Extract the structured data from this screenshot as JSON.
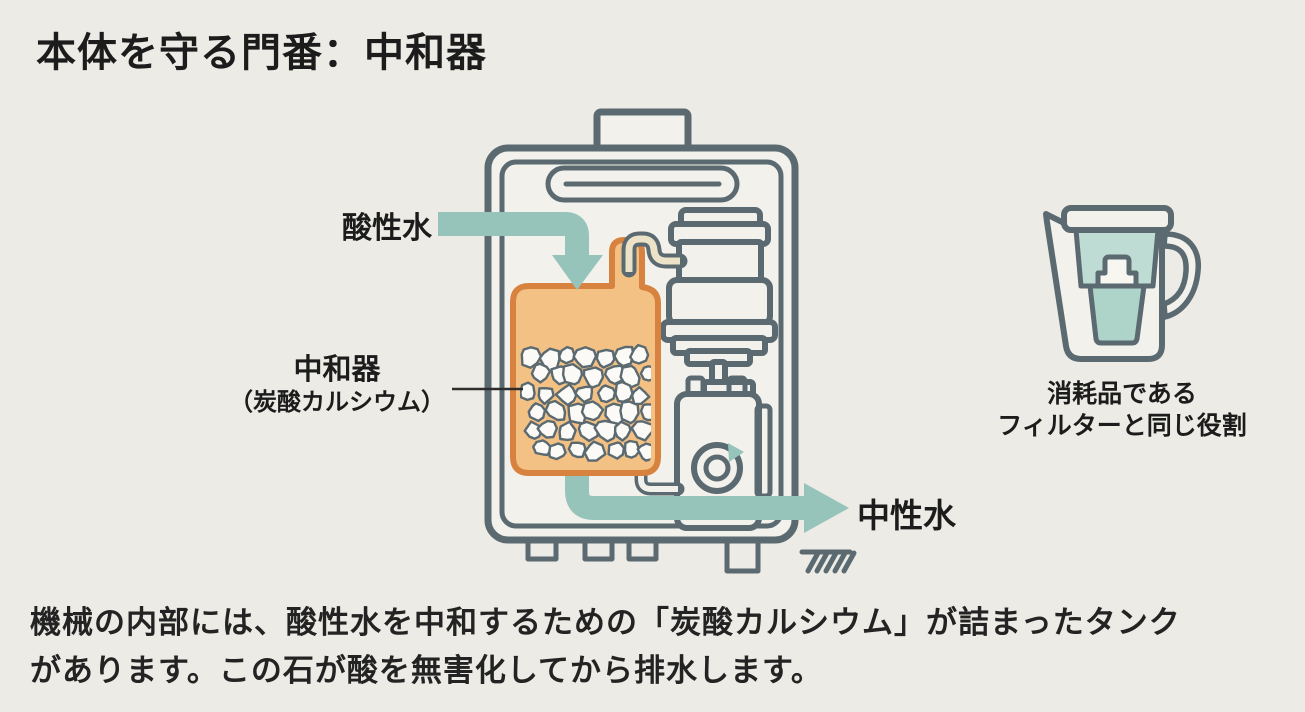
{
  "title": "本体を守る門番：中和器",
  "diagram": {
    "input_label": "酸性水",
    "tank_label": "中和器",
    "tank_sublabel": "（炭酸カルシウム）",
    "output_label": "中性水"
  },
  "aside": {
    "caption_line1": "消耗品である",
    "caption_line2": "フィルターと同じ役割"
  },
  "body": {
    "line1": "機械の内部には、酸性水を中和するための「炭酸カルシウム」が詰まったタンク",
    "line2": "があります。この石が酸を無害化してから排水します。"
  },
  "colors": {
    "background": "#edebe5",
    "panel_fill": "#f2f1ec",
    "outline_slate": "#5b6a71",
    "flow_teal": "#96c4bb",
    "tank_orange_fill": "#f3c183",
    "tank_orange_border": "#d8823f",
    "pipe_cream": "#ece2c8",
    "pitcher_teal": "#bedcd4",
    "filter_teal": "#aed3c9",
    "text_black": "#1c1c1c"
  }
}
